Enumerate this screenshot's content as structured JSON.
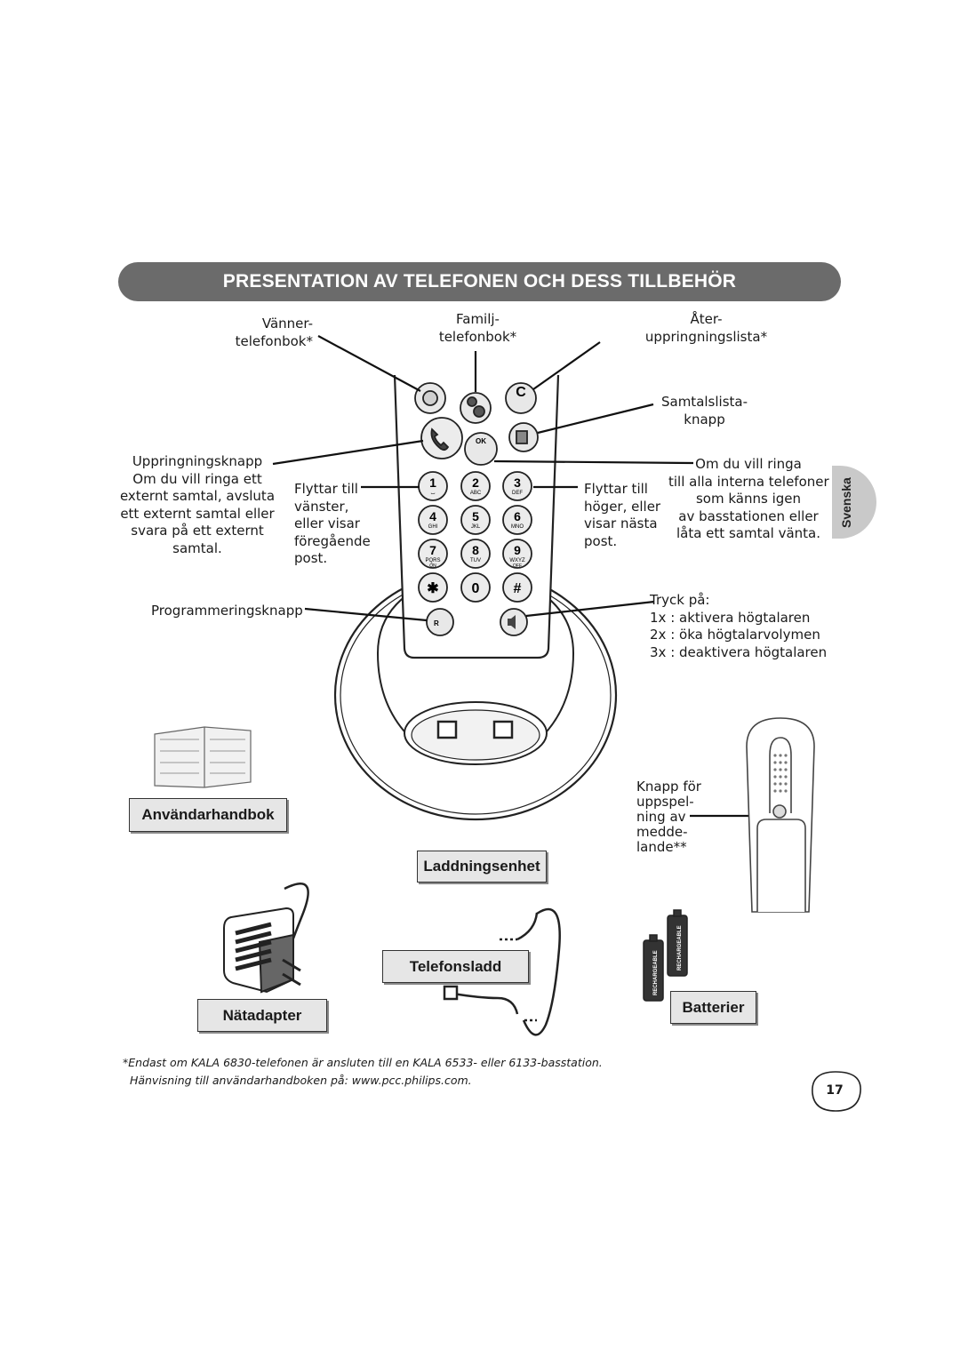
{
  "title": "PRESENTATION AV TELEFONEN OCH DESS TILLBEHÖR",
  "side_tab": "Svenska",
  "callouts": {
    "friends_phonebook": "Vänner-\ntelefonbok*",
    "family_phonebook": "Familj-\ntelefonbok*",
    "redial_list": "Åter-\nuppringningslista*",
    "call_list": "Samtalslista-\nknapp",
    "dial_key": "Uppringningsknapp\nOm du vill ringa ett\nexternt samtal, avsluta\nett externt samtal eller\nsvara på ett externt\nsamtal.",
    "move_left": "Flyttar till\nvänster,\neller visar\nföregående\npost.",
    "move_right": "Flyttar till\nhöger, eller\nvisar nästa\npost.",
    "intercom": "Om du vill ringa\ntill alla interna telefoner\nsom känns igen\nav basstationen eller\nlåta ett samtal vänta.",
    "programming_key": "Programmeringsknapp",
    "speaker": "Tryck på:\n1x : aktivera högtalaren\n2x : öka högtalarvolymen\n3x : deaktivera högtalaren",
    "playback_key": "Knapp för\nuppspel-\nning av\nmedde-\nlande**"
  },
  "accessories": {
    "manual": "Användarhandbok",
    "charger": "Laddningsenhet",
    "cord": "Telefonsladd",
    "adapter": "Nätadapter",
    "batteries": "Batterier"
  },
  "keypad": {
    "keys": [
      {
        "digit": "1",
        "sub": "⌴"
      },
      {
        "digit": "2",
        "sub": "ABC"
      },
      {
        "digit": "3",
        "sub": "DEF"
      },
      {
        "digit": "4",
        "sub": "GHI"
      },
      {
        "digit": "5",
        "sub": "JKL"
      },
      {
        "digit": "6",
        "sub": "MNO"
      },
      {
        "digit": "7",
        "sub": "PQRS"
      },
      {
        "digit": "8",
        "sub": "TUV"
      },
      {
        "digit": "9",
        "sub": "WXYZ"
      },
      {
        "digit": "✱",
        "sub": ""
      },
      {
        "digit": "0",
        "sub": ""
      },
      {
        "digit": "#",
        "sub": ""
      }
    ],
    "ok_label": "OK",
    "c_label": "C",
    "r_label": "R",
    "key7_extra": "ON",
    "key9_extra": "OFF"
  },
  "battery_label": "RECHARGEABLE",
  "footnotes": "*Endast om KALA 6830-telefonen är ansluten till en KALA 6533- eller 6133-basstation.\n  Hänvisning till användarhandboken på: www.pcc.philips.com.",
  "page_number": "17"
}
